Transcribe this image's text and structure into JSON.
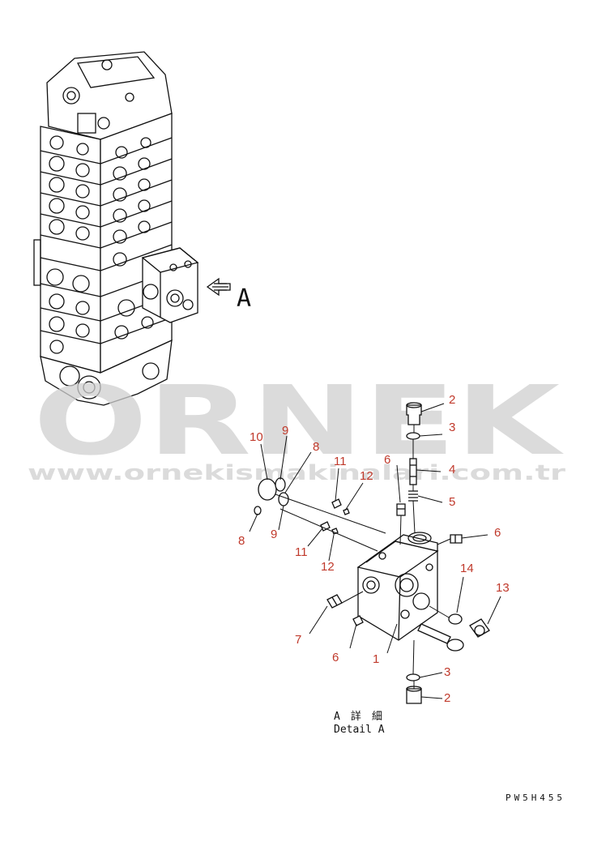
{
  "view_label": "A",
  "watermark": {
    "brand": "ORNEK",
    "url": "www.ornekismakinalari.com.tr"
  },
  "detail_caption": {
    "line1": "A 詳 細",
    "line2": "Detail A"
  },
  "drawing_code": "PW5H455",
  "callouts": [
    {
      "label": "2"
    },
    {
      "label": "3"
    },
    {
      "label": "4"
    },
    {
      "label": "5"
    },
    {
      "label": "6"
    },
    {
      "label": "6"
    },
    {
      "label": "6"
    },
    {
      "label": "14"
    },
    {
      "label": "13"
    },
    {
      "label": "1"
    },
    {
      "label": "3"
    },
    {
      "label": "2"
    },
    {
      "label": "7"
    },
    {
      "label": "10"
    },
    {
      "label": "9"
    },
    {
      "label": "8"
    },
    {
      "label": "11"
    },
    {
      "label": "12"
    },
    {
      "label": "8"
    },
    {
      "label": "9"
    },
    {
      "label": "11"
    },
    {
      "label": "12"
    }
  ],
  "colors": {
    "callout": "#c0392b",
    "line": "#111111",
    "watermark": "#cfcfcf"
  }
}
